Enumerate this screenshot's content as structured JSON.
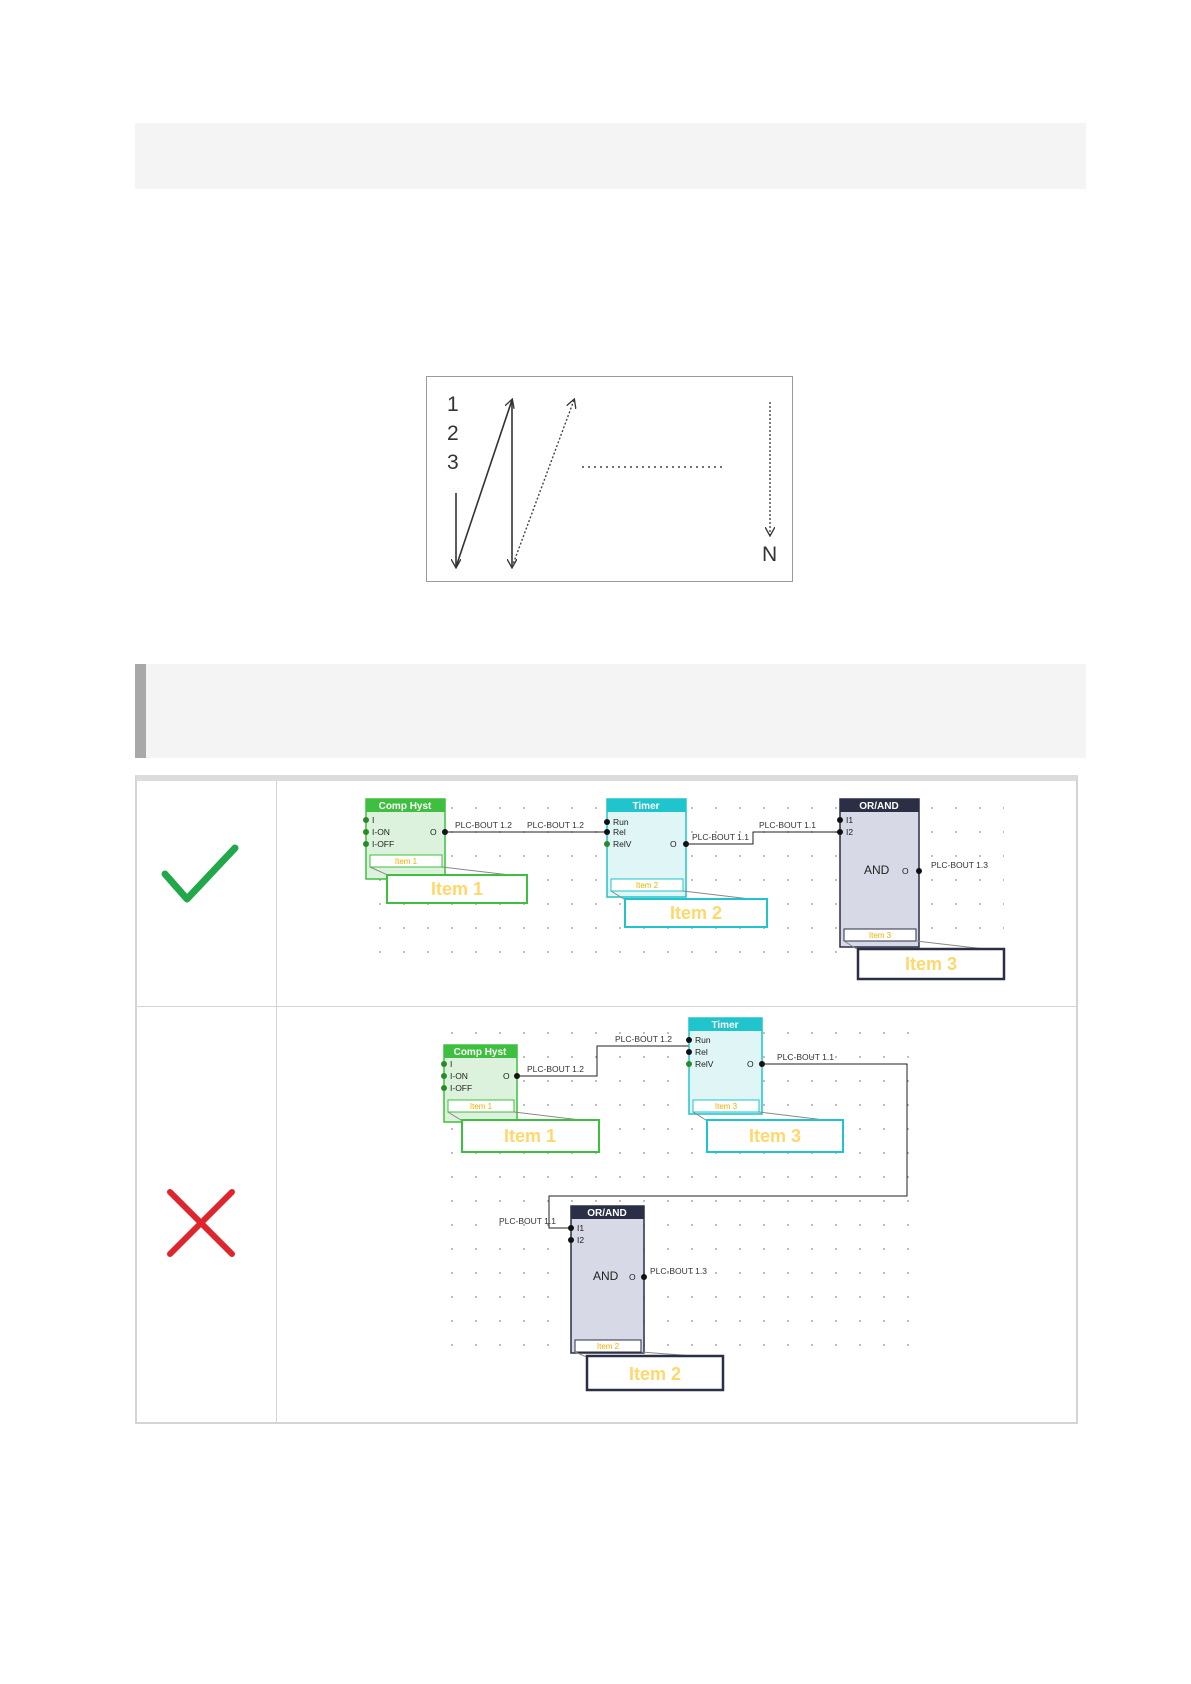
{
  "order_figure": {
    "numbers": [
      "1",
      "2",
      "3"
    ],
    "end_label": "N"
  },
  "comparison": {
    "colors": {
      "correct": "#22a84a",
      "incorrect": "#e0242c",
      "comp_hyst": "#3fbf3f",
      "timer": "#1fc4cc",
      "or_and": "#2a2f45"
    },
    "correct_row": {
      "icon": "checkmark-icon",
      "blocks": {
        "comp_hyst": {
          "title": "Comp Hyst",
          "pins": [
            "I",
            "I-ON",
            "I-OFF"
          ],
          "output": "O",
          "label_small": "Item 1",
          "label_big": "Item 1"
        },
        "timer": {
          "title": "Timer",
          "pins": [
            "Run",
            "Rel",
            "RelV"
          ],
          "output": "O",
          "label_small": "Item 2",
          "label_big": "Item 2"
        },
        "or_and": {
          "title": "OR/AND",
          "pins": [
            "I1",
            "I2"
          ],
          "mode": "AND",
          "output": "O",
          "label_small": "Item 3",
          "label_big": "Item 3"
        }
      },
      "nets": [
        "PLC-BOUT 1.2",
        "PLC-BOUT 1.2",
        "PLC-BOUT 1.1",
        "PLC-BOUT 1.1",
        "PLC-BOUT 1.3"
      ]
    },
    "incorrect_row": {
      "icon": "cross-icon",
      "blocks": {
        "comp_hyst": {
          "title": "Comp Hyst",
          "pins": [
            "I",
            "I-ON",
            "I-OFF"
          ],
          "output": "O",
          "label_small": "Item 1",
          "label_big": "Item 1"
        },
        "timer": {
          "title": "Timer",
          "pins": [
            "Run",
            "Rel",
            "RelV"
          ],
          "output": "O",
          "label_small": "Item 3",
          "label_big": "Item 3"
        },
        "or_and": {
          "title": "OR/AND",
          "pins": [
            "I1",
            "I2"
          ],
          "mode": "AND",
          "output": "O",
          "label_small": "Item 2",
          "label_big": "Item 2"
        }
      },
      "nets": [
        "PLC-BOUT 1.2",
        "PLC-BOUT 1.2",
        "PLC-BOUT 1.1",
        "PLC-BOUT 1.1",
        "PLC-BOUT 1.3"
      ]
    }
  }
}
